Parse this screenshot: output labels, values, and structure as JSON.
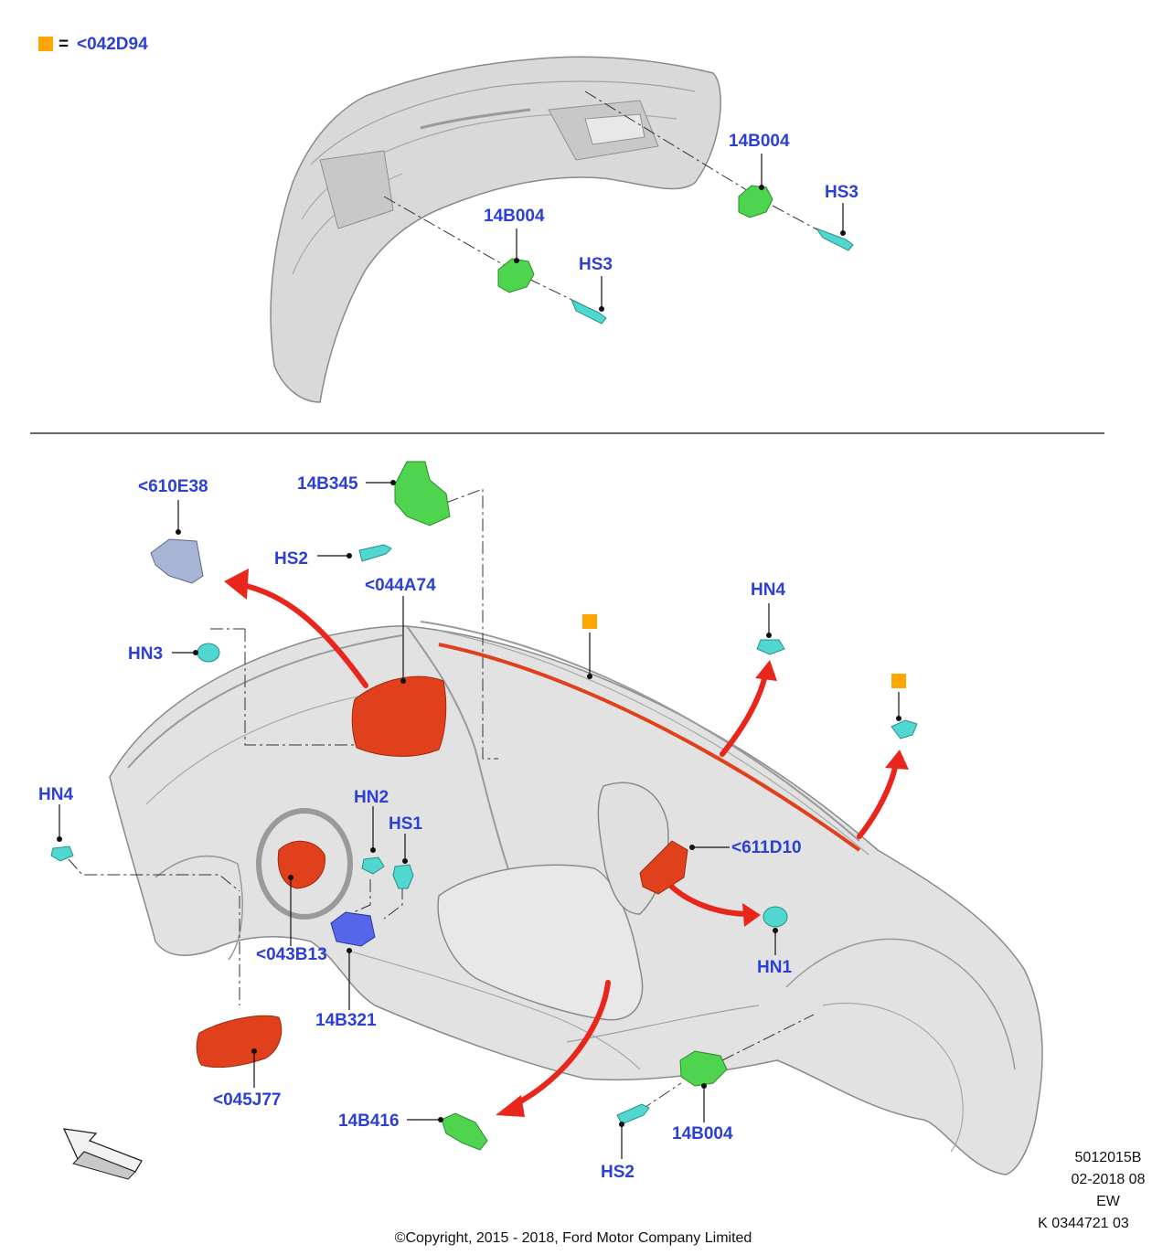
{
  "legend": {
    "symbol": "=",
    "code": "<042D94"
  },
  "colors": {
    "callout": "#2c3fd6",
    "marker": "#ffa500",
    "arrow": "#e8261c",
    "part_red": "#e0401c",
    "part_green": "#4fd44f",
    "part_cyan": "#4fd7d0",
    "part_blue": "#5566e8",
    "body_gray": "#d9d9d9"
  },
  "callouts": {
    "top_14b004_right": "14B004",
    "top_hs3_right": "HS3",
    "top_14b004_left": "14B004",
    "top_hs3_left": "HS3",
    "c610e38": "<610E38",
    "c14b345": "14B345",
    "hs2_top": "HS2",
    "c044a74": "<044A74",
    "hn3": "HN3",
    "hn4_right": "HN4",
    "hn4_left": "HN4",
    "hn2": "HN2",
    "hs1": "HS1",
    "c611d10": "<611D10",
    "hn1": "HN1",
    "c043b13": "<043B13",
    "c14b321": "14B321",
    "c045j77": "<045J77",
    "c14b416": "14B416",
    "c14b004_bottom": "14B004",
    "hs2_bottom": "HS2"
  },
  "meta": {
    "line1": "5012015B",
    "line2": "02-2018 08",
    "line3": "EW",
    "line4": "K 0344721 03",
    "copyright": "©Copyright, 2015 - 2018, Ford Motor Company Limited"
  },
  "icons": [
    "orange-square-icon",
    "direction-arrow-icon"
  ]
}
